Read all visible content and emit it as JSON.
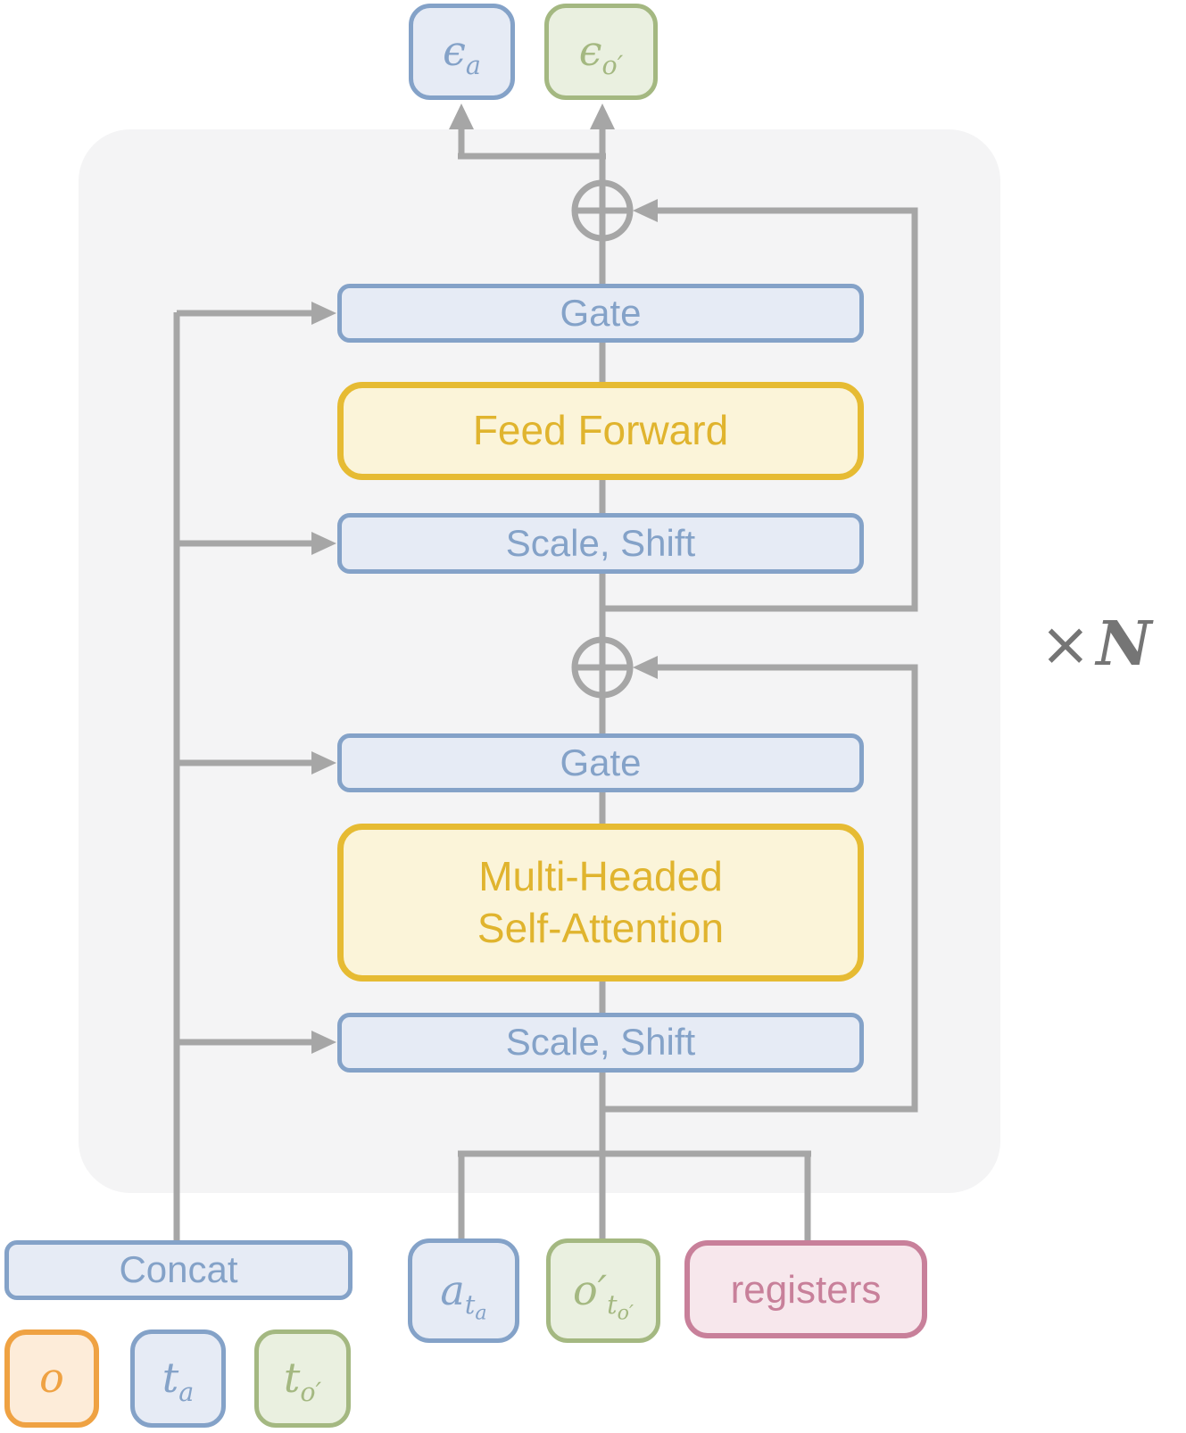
{
  "nodes": {
    "eps_a": {
      "base": "ϵ",
      "sub": "a"
    },
    "eps_o": {
      "base": "ϵ",
      "sub": "o′"
    },
    "gate1": {
      "label": "Gate"
    },
    "feed_forward": {
      "label": "Feed Forward"
    },
    "scale_shift1": {
      "label": "Scale, Shift"
    },
    "gate2": {
      "label": "Gate"
    },
    "mhsa": {
      "line1": "Multi-Headed",
      "line2": "Self-Attention"
    },
    "scale_shift2": {
      "label": "Scale, Shift"
    },
    "concat": {
      "label": "Concat"
    },
    "a_ta": {
      "base": "a",
      "sub": "t",
      "subsub": "a"
    },
    "o_to": {
      "base": "o′",
      "sub": "t",
      "subsub": "o′"
    },
    "registers": {
      "label": "registers"
    },
    "token_o": {
      "base": "o"
    },
    "token_ta": {
      "base": "t",
      "sub": "a"
    },
    "token_to": {
      "base": "t",
      "sub": "o′"
    }
  },
  "repeat": {
    "times": "×",
    "n": "N"
  },
  "colors": {
    "line": "#a6a6a6",
    "container_fill": "#f4f4f5",
    "blue_border": "#84a2c8",
    "blue_fill": "#e6ebf5",
    "green_border": "#a4b881",
    "green_fill": "#eaf0e0",
    "yellow_border": "#e6bb33",
    "yellow_fill": "#fbf4d9",
    "yellow_text": "#e0b42e",
    "orange_border": "#efa243",
    "orange_fill": "#fdecd9",
    "pink_border": "#c8809a",
    "pink_fill": "#f7e7ec",
    "repeat_text": "#757575"
  }
}
